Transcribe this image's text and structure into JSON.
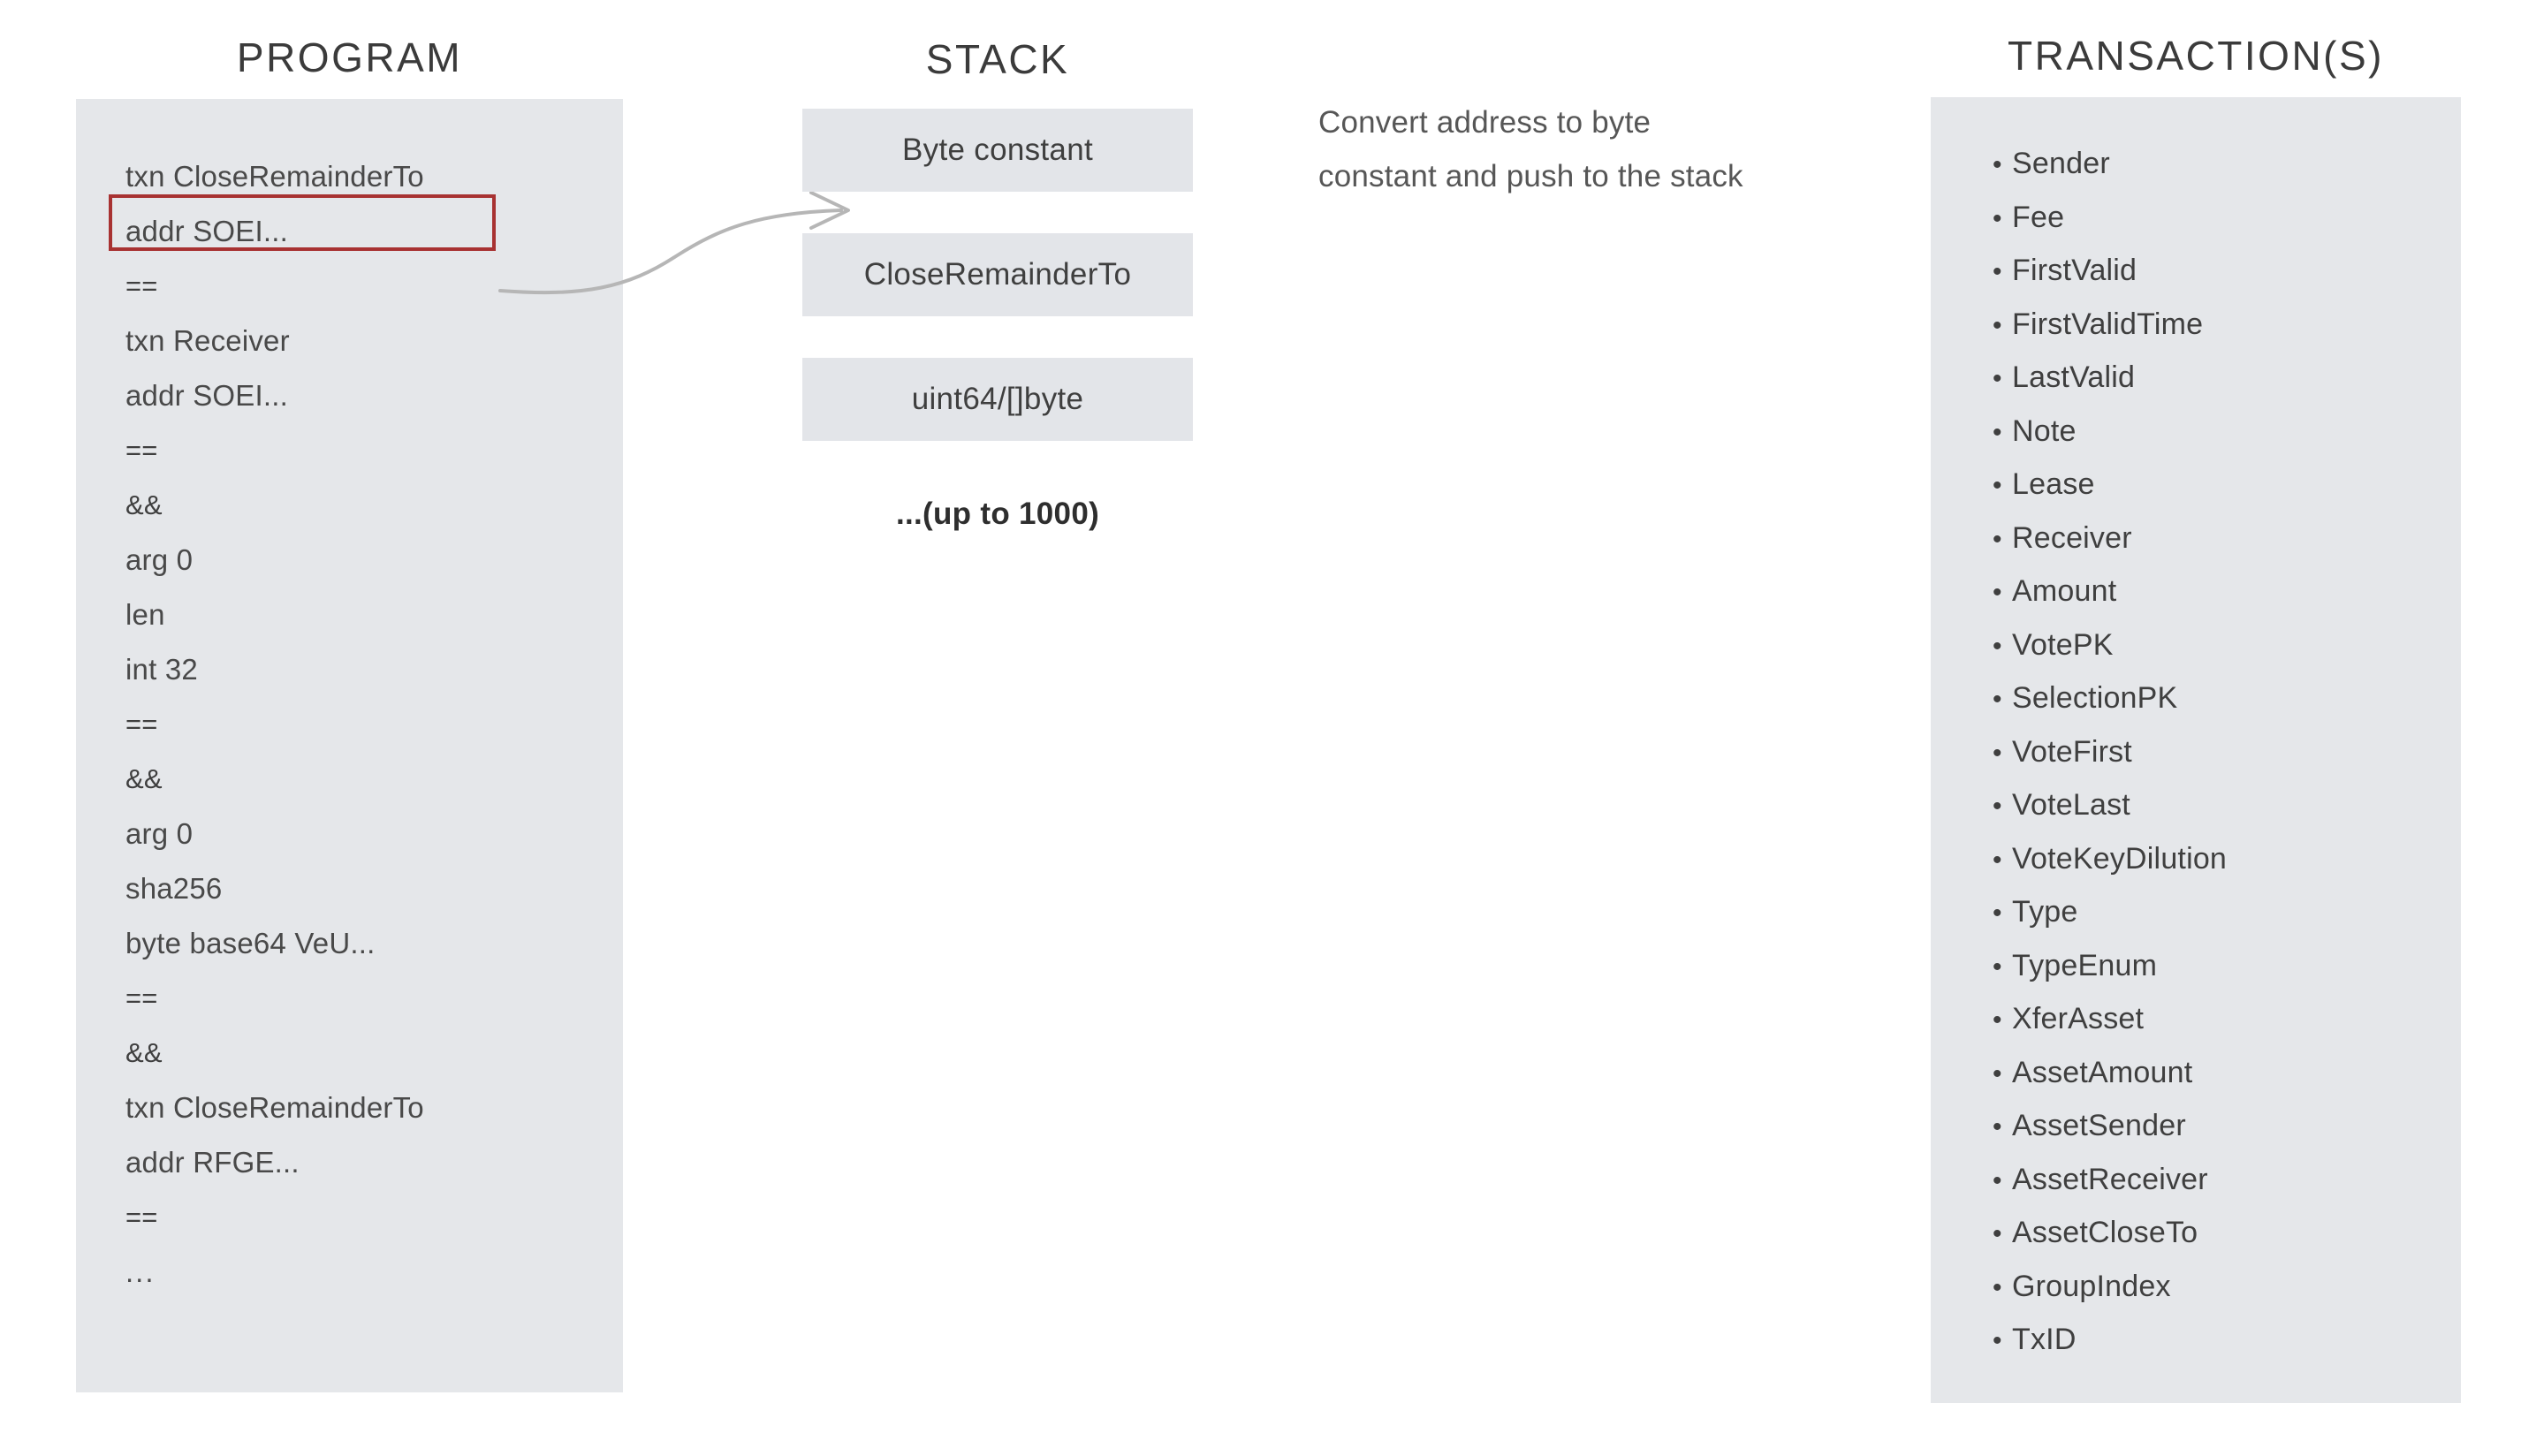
{
  "columns": {
    "program": {
      "title": "PROGRAM",
      "highlighted_index": 1,
      "lines": [
        "txn CloseRemainderTo",
        "addr SOEI...",
        "==",
        "txn Receiver",
        "addr SOEI...",
        "==",
        "&&",
        "arg 0",
        "len",
        "int 32",
        "==",
        "&&",
        "arg 0",
        "sha256",
        "byte base64 VeU...",
        "==",
        "&&",
        "txn CloseRemainderTo",
        "addr RFGE...",
        "==",
        "..."
      ]
    },
    "stack": {
      "title": "STACK",
      "boxes": [
        "Byte constant",
        "CloseRemainderTo",
        "uint64/[]byte"
      ],
      "more_label": "...(up to 1000)"
    },
    "transactions": {
      "title": "TRANSACTION(S)",
      "bullet": "•",
      "fields": [
        "Sender",
        "Fee",
        "FirstValid",
        "FirstValidTime",
        "LastValid",
        "Note",
        "Lease",
        "Receiver",
        "Amount",
        "VotePK",
        "SelectionPK",
        "VoteFirst",
        "VoteLast",
        "VoteKeyDilution",
        "Type",
        "TypeEnum",
        "XferAsset",
        "AssetAmount",
        "AssetSender",
        "AssetReceiver",
        "AssetCloseTo",
        "GroupIndex",
        "TxID"
      ]
    }
  },
  "annotation": {
    "line1": "Convert address to byte",
    "line2": "constant and push to the stack"
  },
  "colors": {
    "panel_background": "#e5e7ea",
    "stack_box_background": "#e3e5e9",
    "highlight_border": "#a83232",
    "text": "#3f3f3f",
    "title_text": "#3b3b3b",
    "annotation_text": "#565656",
    "arrow": "#b6b6b6",
    "page_background": "#ffffff"
  }
}
